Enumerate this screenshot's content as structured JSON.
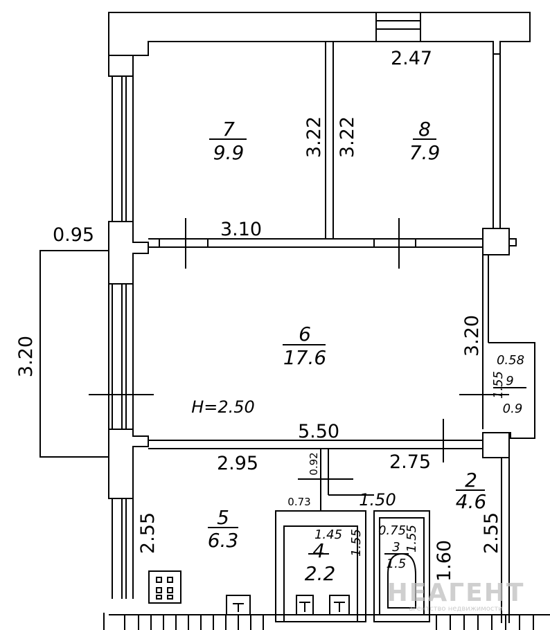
{
  "rooms": [
    {
      "number": "7",
      "area": "9.9"
    },
    {
      "number": "8",
      "area": "7.9"
    },
    {
      "number": "6",
      "area": "17.6"
    },
    {
      "number": "5",
      "area": "6.3"
    },
    {
      "number": "2",
      "area": "4.6"
    },
    {
      "number": "4",
      "area": "2.2"
    },
    {
      "number": "3",
      "area": "1.5"
    },
    {
      "number": "9",
      "area": "0.9"
    }
  ],
  "dimensions": {
    "d_2_47": "2.47",
    "d_3_22_a": "3.22",
    "d_3_22_b": "3.22",
    "d_3_10": "3.10",
    "d_0_95": "0.95",
    "d_3_20_balcony": "3.20",
    "d_3_20_right": "3.20",
    "d_5_50": "5.50",
    "d_2_95": "2.95",
    "d_2_75": "2.75",
    "d_0_92": "0.92",
    "d_0_73": "0.73",
    "d_1_50": "1.50",
    "d_1_45": "1.45",
    "d_1_55": "1.55",
    "d_0_75": "0.75",
    "d_1_55_b": "1.55",
    "d_2_55_left": "2.55",
    "d_2_55_right": "2.55",
    "d_1_60": "1.60",
    "d_0_58": "0.58",
    "d_1_55_c": "1.55"
  },
  "ceiling_height": "H=2.50",
  "watermark": {
    "brand": "НЕАГЕНТ",
    "tagline": "агентство недвижимости"
  }
}
